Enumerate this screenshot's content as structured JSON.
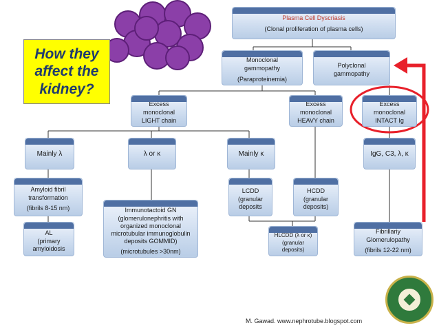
{
  "callout": {
    "line1": "How they",
    "line2": "affect the",
    "line3": "kidney?"
  },
  "top": {
    "title": "Plasma Cell Dyscriasis",
    "subtitle": "(Clonal proliferation of plasma cells)"
  },
  "monoclonal": {
    "line1": "Monoclonal",
    "line2": "gammopathy",
    "line3": "(Paraproteinemia)"
  },
  "polyclonal": {
    "line1": "Polyclonal",
    "line2": "gammopathy"
  },
  "light": {
    "line1": "Excess",
    "line2": "monoclonal",
    "line3": "LIGHT chain"
  },
  "heavy": {
    "line1": "Excess",
    "line2": "monoclonal",
    "line3": "HEAVY chain"
  },
  "intact": {
    "line1": "Excess",
    "line2": "monoclonal",
    "line3": "INTACT Ig"
  },
  "mainly_lambda": {
    "label": "Mainly λ"
  },
  "lambda_or_kappa": {
    "label": "λ or κ"
  },
  "mainly_kappa": {
    "label": "Mainly κ"
  },
  "igg": {
    "label": "IgG, C3, λ, κ"
  },
  "amyloid": {
    "line1": "Amyloid fibril",
    "line2": "transformation",
    "line3": "(fibrils 8-15 nm)"
  },
  "al": {
    "line1": "AL",
    "line2": "(primary",
    "line3": "amyloidosis"
  },
  "immuno": {
    "line1": "Immunotactoid GN",
    "line2": "(glomerulonephritis with",
    "line3": "organized monoclonal",
    "line4": "microtubular immunoglobulin",
    "line5": "deposits GOMMID)",
    "line6": "(microtubules >30nm)"
  },
  "lcdd": {
    "line1": "LCDD",
    "line2": "(granular",
    "line3": "deposits"
  },
  "hcdd": {
    "line1": "HCDD",
    "line2": "(granular",
    "line3": "deposits)"
  },
  "hlcdd": {
    "line1": "HLCDD (λ or κ)",
    "line2": "(granular",
    "line3": "deposits)"
  },
  "fibrillary": {
    "line1": "Fibrillariy",
    "line2": "Glomerulopathy",
    "line3": "(fibrils 12-22 nm)"
  },
  "credit": "M. Gawad. www.nephrotube.blogspot.com",
  "colors": {
    "box_top": "#eef3fb",
    "box_bottom": "#b9cde6",
    "header_bar": "#4f6fa3",
    "callout_bg": "#ffff00",
    "callout_text": "#1f3b6e",
    "arrow": "#e8202a",
    "cells": "#8b3fa8"
  }
}
